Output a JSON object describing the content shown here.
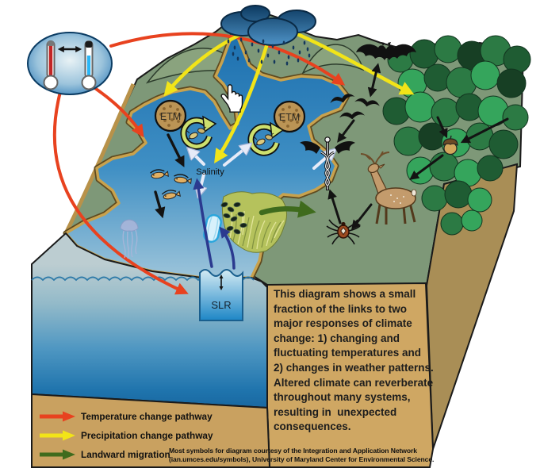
{
  "labels": {
    "etm": "ETM",
    "salinity": "Salinity",
    "slr": "SLR"
  },
  "legend": {
    "items": [
      {
        "label": "Temperature change pathway",
        "color": "#e8421f"
      },
      {
        "label": "Precipitation change pathway",
        "color": "#f2e418"
      },
      {
        "label": "Landward migration",
        "color": "#3f6b1d"
      }
    ]
  },
  "description": "This diagram shows a small\nfraction of the links to two\nmajor responses of climate\nchange: 1) changing and\nfluctuating temperatures and\n2) changes in weather patterns.\nAltered climate can reverberate\nthroughout many systems,\nresulting in  unexpected\nconsequences.",
  "credit": "Most symbols for diagram courtesy of the Integration and Application Network\n(ian.umces.edu/symbols), University of Maryland Center for Environmental Science.",
  "icons": {
    "temperature-fluctuation-icon": "two thermometers (hot/cold) with double arrow",
    "rain-cloud-icon": "dark storm clouds with rain",
    "etm-circle-icon": "estuarine turbidity maximum (sediment circle)",
    "plankton-cycle-icon": "circular arrow with plankton and shellfish",
    "hand-cursor-icon": "hand mouse pointer",
    "salinity-arrows-icon": "pale arrows showing shifting salinity",
    "slr-icon": "sea level rise box with vertical arrow",
    "dead-fish-icon": "fish floating at surface",
    "jellyfish-icon": "jellyfish",
    "comb-jelly-icon": "comb jelly",
    "marsh-mussels-icon": "marsh grass with ribbed mussels",
    "bat-icon": "bat",
    "migratory-birds-icon": "flying birds",
    "caduceus-icon": "human health medical symbol",
    "deer-icon": "white-tailed deer",
    "tick-icon": "tick",
    "acorn-icon": "acorn",
    "forest-icon": "forest canopy"
  },
  "colors": {
    "temperature_pathway": "#e8421f",
    "precipitation_pathway": "#f2e418",
    "landward_migration": "#3f6b1d",
    "sea_level_arrow": "#2b3a8f",
    "land_green": "#7e9878",
    "soil_front": "#cfa763",
    "soil_side": "#a98e56",
    "water_deep": "#1a6aa3"
  }
}
